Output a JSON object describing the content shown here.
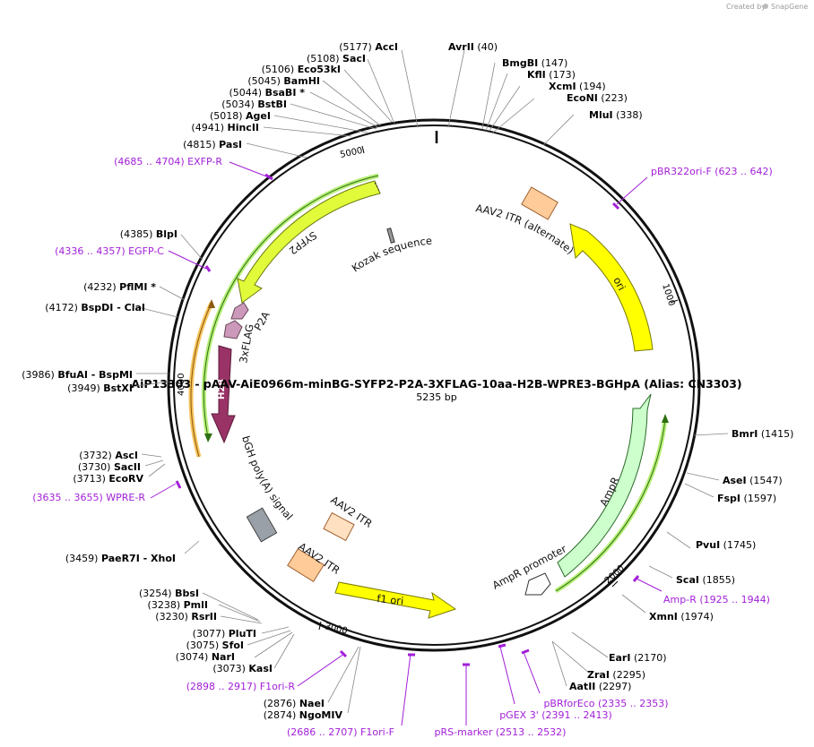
{
  "title": "AiP13303 - pAAV-AiE0966m-minBG-SYFP2-P2A-3XFLAG-10aa-H2B-WPRE3-BGHpA (Alias: CN3303)",
  "size_label": "5235 bp",
  "credit": {
    "created_by": "Created by",
    "app": "SnapGene"
  },
  "ticks": [
    "1000",
    "2000",
    "3000",
    "4000",
    "5000"
  ],
  "colors": {
    "primer": "#a21fd8",
    "backbone": "#111111",
    "ori": "#ffff00",
    "ampR": "#ccffcc",
    "syfp2": "#e1fb3a",
    "h2b": "#993366",
    "itr": "#ffcc99",
    "p2a": "#cc99bb"
  },
  "enzymes": [
    {
      "pos": "(5177)",
      "name": "AccI"
    },
    {
      "pos": "(5108)",
      "name": "SacI"
    },
    {
      "pos": "(5106)",
      "name": "Eco53kI"
    },
    {
      "pos": "(5045)",
      "name": "BamHI"
    },
    {
      "pos": "(5044)",
      "name": "BsaBI *"
    },
    {
      "pos": "(5034)",
      "name": "BstBI"
    },
    {
      "pos": "(5018)",
      "name": "AgeI"
    },
    {
      "pos": "(4941)",
      "name": "HincII"
    },
    {
      "pos": "(4815)",
      "name": "PasI"
    },
    {
      "pos": "(4385)",
      "name": "BlpI"
    },
    {
      "pos": "(4232)",
      "name": "PflMI *"
    },
    {
      "pos": "(4172)",
      "name": "BspDI  - ClaI"
    },
    {
      "pos": "(3986)",
      "name": "BfuAI  - BspMI"
    },
    {
      "pos": "(3949)",
      "name": "BstXI"
    },
    {
      "pos": "(3732)",
      "name": "AscI"
    },
    {
      "pos": "(3730)",
      "name": "SacII"
    },
    {
      "pos": "(3713)",
      "name": "EcoRV"
    },
    {
      "pos": "(3459)",
      "name": "PaeR7I  - XhoI"
    },
    {
      "pos": "(3254)",
      "name": "BbsI"
    },
    {
      "pos": "(3238)",
      "name": "PmlI"
    },
    {
      "pos": "(3230)",
      "name": "RsrII"
    },
    {
      "pos": "(3077)",
      "name": "PluTI"
    },
    {
      "pos": "(3075)",
      "name": "SfoI"
    },
    {
      "pos": "(3074)",
      "name": "NarI"
    },
    {
      "pos": "(3073)",
      "name": "KasI"
    },
    {
      "pos": "(2876)",
      "name": "NaeI"
    },
    {
      "pos": "(2874)",
      "name": "NgoMIV"
    },
    {
      "pos": "(40)",
      "name": "AvrII"
    },
    {
      "pos": "(147)",
      "name": "BmgBI"
    },
    {
      "pos": "(173)",
      "name": "KflI"
    },
    {
      "pos": "(194)",
      "name": "XcmI"
    },
    {
      "pos": "(223)",
      "name": "EcoNI"
    },
    {
      "pos": "(338)",
      "name": "MluI"
    },
    {
      "pos": "(1415)",
      "name": "BmrI"
    },
    {
      "pos": "(1547)",
      "name": "AseI"
    },
    {
      "pos": "(1597)",
      "name": "FspI"
    },
    {
      "pos": "(1745)",
      "name": "PvuI"
    },
    {
      "pos": "(1855)",
      "name": "ScaI"
    },
    {
      "pos": "(1974)",
      "name": "XmnI"
    },
    {
      "pos": "(2170)",
      "name": "EarI"
    },
    {
      "pos": "(2295)",
      "name": "ZraI"
    },
    {
      "pos": "(2297)",
      "name": "AatII"
    }
  ],
  "primers": [
    {
      "range": "(4685 .. 4704)",
      "name": "EXFP-R"
    },
    {
      "range": "(4336 .. 4357)",
      "name": "EGFP-C"
    },
    {
      "range": "(3635 .. 3655)",
      "name": "WPRE-R"
    },
    {
      "range": "(2898 .. 2917)",
      "name": "F1ori-R"
    },
    {
      "range": "(2686 .. 2707)",
      "name": "F1ori-F"
    },
    {
      "range": "(2513 .. 2532)",
      "name": "pRS-marker"
    },
    {
      "range": "(2391 .. 2413)",
      "name": "pGEX 3'"
    },
    {
      "range": "(2335 .. 2353)",
      "name": "pBRforEco"
    },
    {
      "range": "(1925 .. 1944)",
      "name": "Amp-R"
    },
    {
      "range": "(623 .. 642)",
      "name": "pBR322ori-F"
    }
  ],
  "features": {
    "aav2_itr_alt": "AAV2 ITR (alternate)",
    "ori": "ori",
    "kozak": "Kozak sequence",
    "syfp2": "SYFP2",
    "p2a": "P2A",
    "flag": "3xFLAG",
    "h2b": "H2B",
    "bgh": "bGH poly(A) signal",
    "aav2_itr_1": "AAV2 ITR",
    "aav2_itr_2": "AAV2 ITR",
    "f1ori": "f1 ori",
    "ampr_promoter": "AmpR promoter",
    "ampr": "AmpR"
  }
}
